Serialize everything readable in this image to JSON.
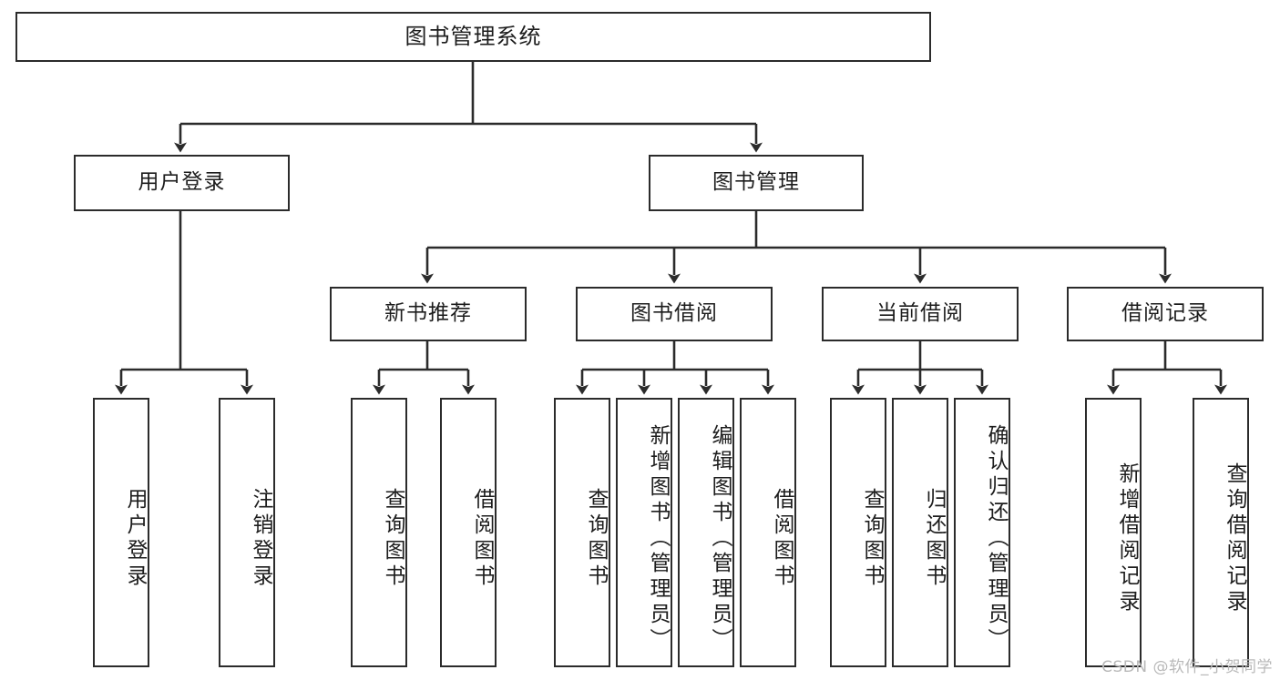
{
  "diagram": {
    "title": "图书管理系统",
    "type": "tree",
    "root": {
      "label": "图书管理系统"
    },
    "level2": [
      {
        "label": "用户登录"
      },
      {
        "label": "图书管理"
      }
    ],
    "level3": [
      {
        "label": "新书推荐"
      },
      {
        "label": "图书借阅"
      },
      {
        "label": "当前借阅"
      },
      {
        "label": "借阅记录"
      }
    ],
    "leaves": {
      "user_login": [
        {
          "label": "用户登录"
        },
        {
          "label": "注销登录"
        }
      ],
      "new_book_recommend": [
        {
          "label": "查询图书"
        },
        {
          "label": "借阅图书"
        }
      ],
      "book_borrow": [
        {
          "label": "查询图书"
        },
        {
          "label": "新增图书（管理员）"
        },
        {
          "label": "编辑图书（管理员）"
        },
        {
          "label": "借阅图书"
        }
      ],
      "current_borrow": [
        {
          "label": "查询图书"
        },
        {
          "label": "归还图书"
        },
        {
          "label": "确认归还（管理员）"
        }
      ],
      "borrow_record": [
        {
          "label": "新增借阅记录"
        },
        {
          "label": "查询借阅记录"
        }
      ]
    }
  },
  "watermark": {
    "text": "CSDN @软件_小贺同学"
  },
  "colors": {
    "box_border": "#2b2b2b",
    "box_fill": "#ffffff",
    "text": "#1d1d1d",
    "line": "#2b2b2b",
    "watermark": "#b9b9b9",
    "background": "#ffffff"
  }
}
